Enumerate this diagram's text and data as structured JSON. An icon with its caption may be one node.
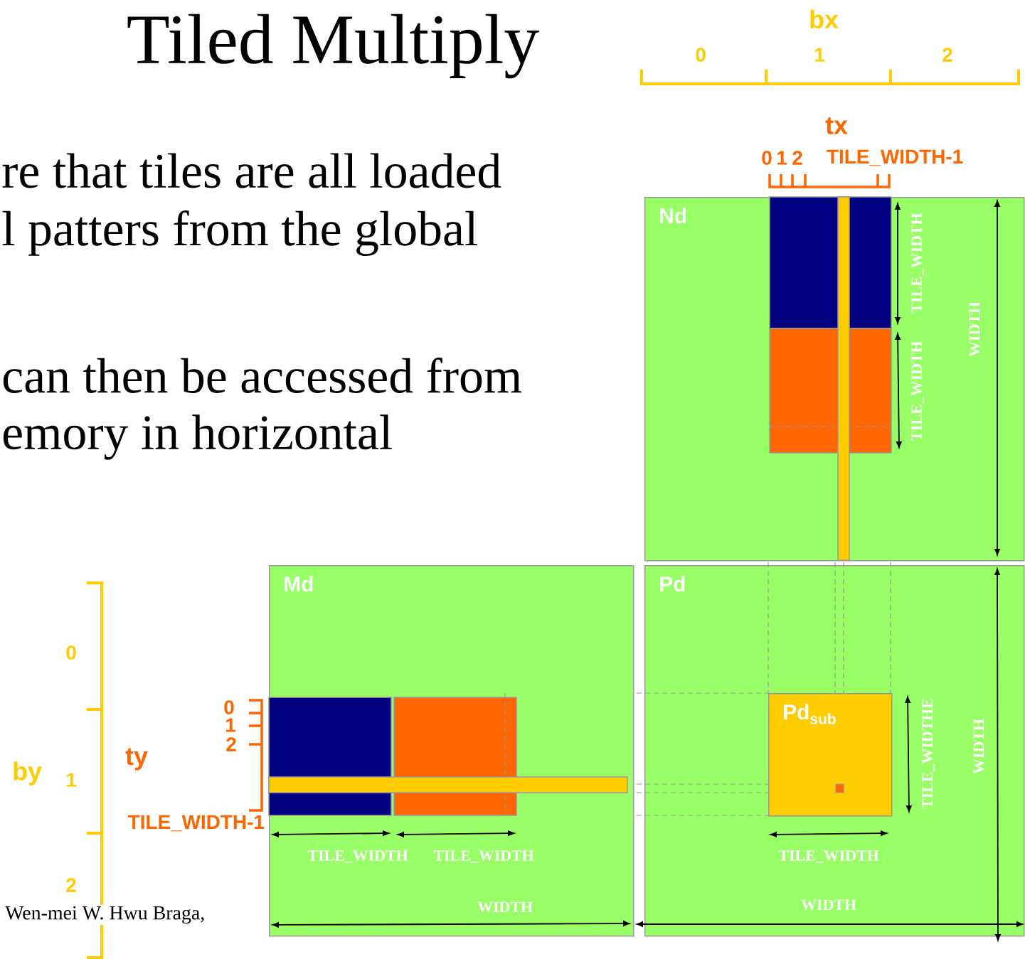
{
  "diagram": {
    "title": "Tiled Multiply",
    "nodes": [
      {
        "text": [
          "Nd"
        ]
      },
      {
        "text": [
          "Md"
        ]
      },
      {
        "text": [
          "Pd"
        ]
      },
      {
        "text": [
          "Pd$_{sub}$"
        ],
        "in": 2
      }
    ],
    "labels": [
      "bx",
      "0",
      "1",
      "2",
      "tx",
      "0",
      "1",
      "2",
      "TILE_WIDTH-1",
      "re that tiles are all loaded",
      "l patters from the global",
      "TILE_WIDTH",
      "WIDTH",
      "TILE_WIDTH",
      "can then be accessed from",
      "emory in horizontal",
      "0",
      "0",
      "1",
      "2",
      "ty",
      "by",
      "1",
      "TILE_WIDTHE",
      "TILE_WIDTH-1",
      "WIDTH",
      "TILE_WIDTH",
      "TILE_WIDTH",
      "TILE_WIDTH",
      "2",
      "WIDTH",
      "WIDTH",
      "Wen-mei W. Hwu Braga,"
    ]
  }
}
